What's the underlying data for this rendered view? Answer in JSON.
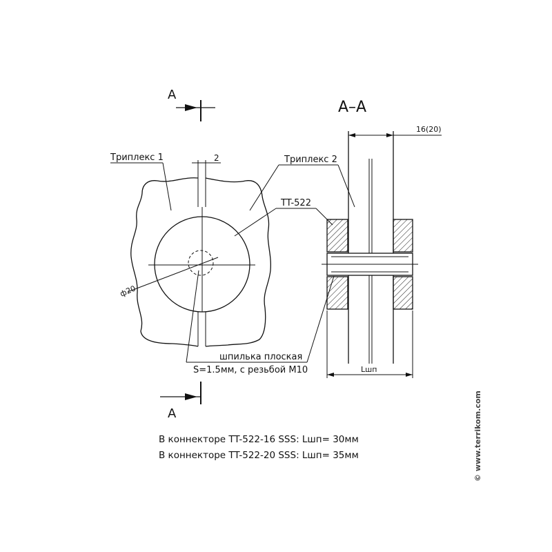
{
  "labels": {
    "section_top": "A",
    "section_bottom": "A",
    "section_title": "A–A",
    "gap_dim": "2",
    "triplex1": "Триплекс 1",
    "triplex2": "Триплекс 2",
    "tt522": "TT-522",
    "diameter": "ф20",
    "stud": "шпилька плоская",
    "stud_spec": "S=1.5мм, с резьбой M10",
    "thickness_dim": "16(20)",
    "length_dim": "Lшп"
  },
  "notes": [
    "В коннекторе TT-522-16 SSS:  Lшп= 30мм",
    "В коннекторе TT-522-20 SSS:  Lшп= 35мм"
  ],
  "watermark": "© www.terrikom.com"
}
